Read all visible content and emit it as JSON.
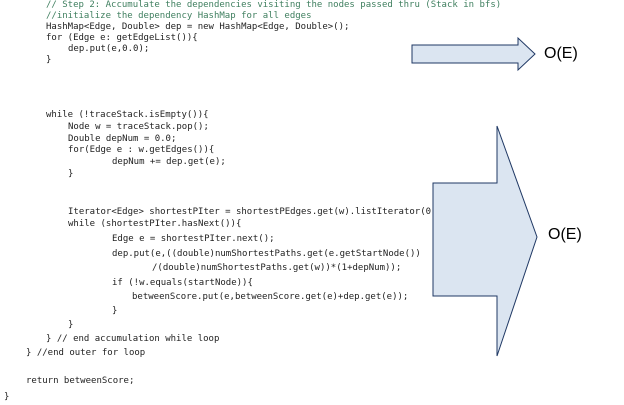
{
  "code": {
    "lines": [
      "// Step 2: Accumulate the dependencies visiting the nodes passed thru (Stack in bfs)",
      "//initialize the dependency HashMap for all edges",
      "HashMap<Edge, Double> dep = new HashMap<Edge, Double>();",
      "for (Edge e: getEdgeList()){",
      "dep.put(e,0.0);",
      "}",
      "while (!traceStack.isEmpty()){",
      "Node w = traceStack.pop();",
      "Double depNum = 0.0;",
      "for(Edge e : w.getEdges()){",
      "depNum += dep.get(e);",
      "}",
      "Iterator<Edge> shortestPIter = shortestPEdges.get(w).listIterator(0);",
      "while (shortestPIter.hasNext()){",
      "Edge e = shortestPIter.next();",
      "dep.put(e,((double)numShortestPaths.get(e.getStartNode())",
      "/(double)numShortestPaths.get(w))*(1+depNum));",
      "if (!w.equals(startNode)){",
      "betweenScore.put(e,betweenScore.get(e)+dep.get(e));",
      "}",
      "}",
      "} // end accumulation while loop",
      "} //end outer for loop",
      "return betweenScore;",
      "}"
    ]
  },
  "annotations": {
    "top_label": "O(E)",
    "big_label": "O(E)"
  },
  "colors": {
    "arrow_fill": "#dbe5f1",
    "arrow_stroke": "#1f3864"
  }
}
